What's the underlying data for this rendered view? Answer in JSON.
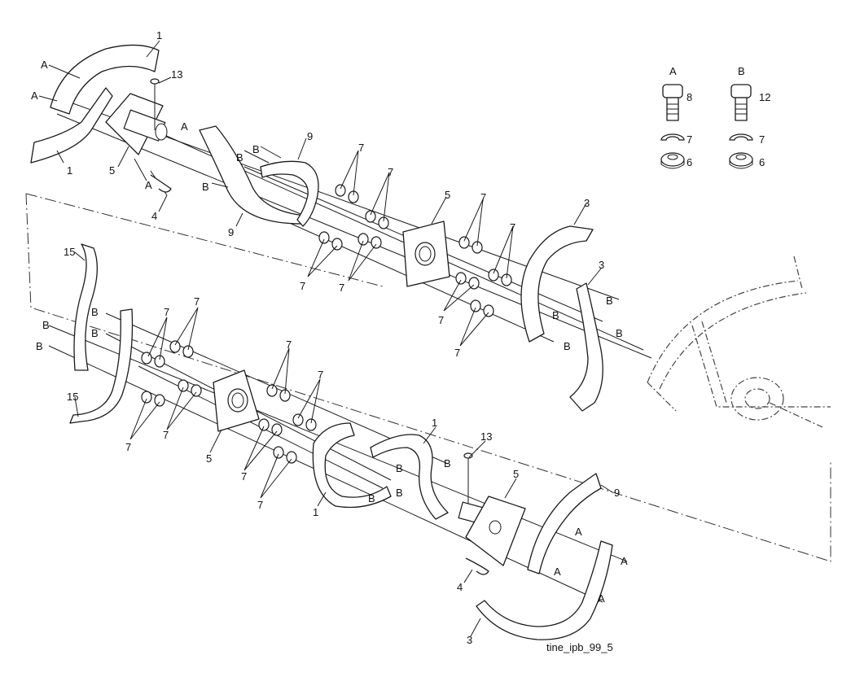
{
  "legend": {
    "col_a": {
      "letter": "A",
      "bolt": "8",
      "lock_washer": "7",
      "nut": "6"
    },
    "col_b": {
      "letter": "B",
      "bolt": "12",
      "lock_washer": "7",
      "nut": "6"
    }
  },
  "callouts": {
    "p1": "1",
    "p3": "3",
    "p4": "4",
    "p5": "5",
    "p6": "6",
    "p7": "7",
    "p8": "8",
    "p9": "9",
    "p12": "12",
    "p13": "13",
    "p15": "15",
    "a": "A",
    "b": "B"
  },
  "caption": "tine_ipb_99_5"
}
